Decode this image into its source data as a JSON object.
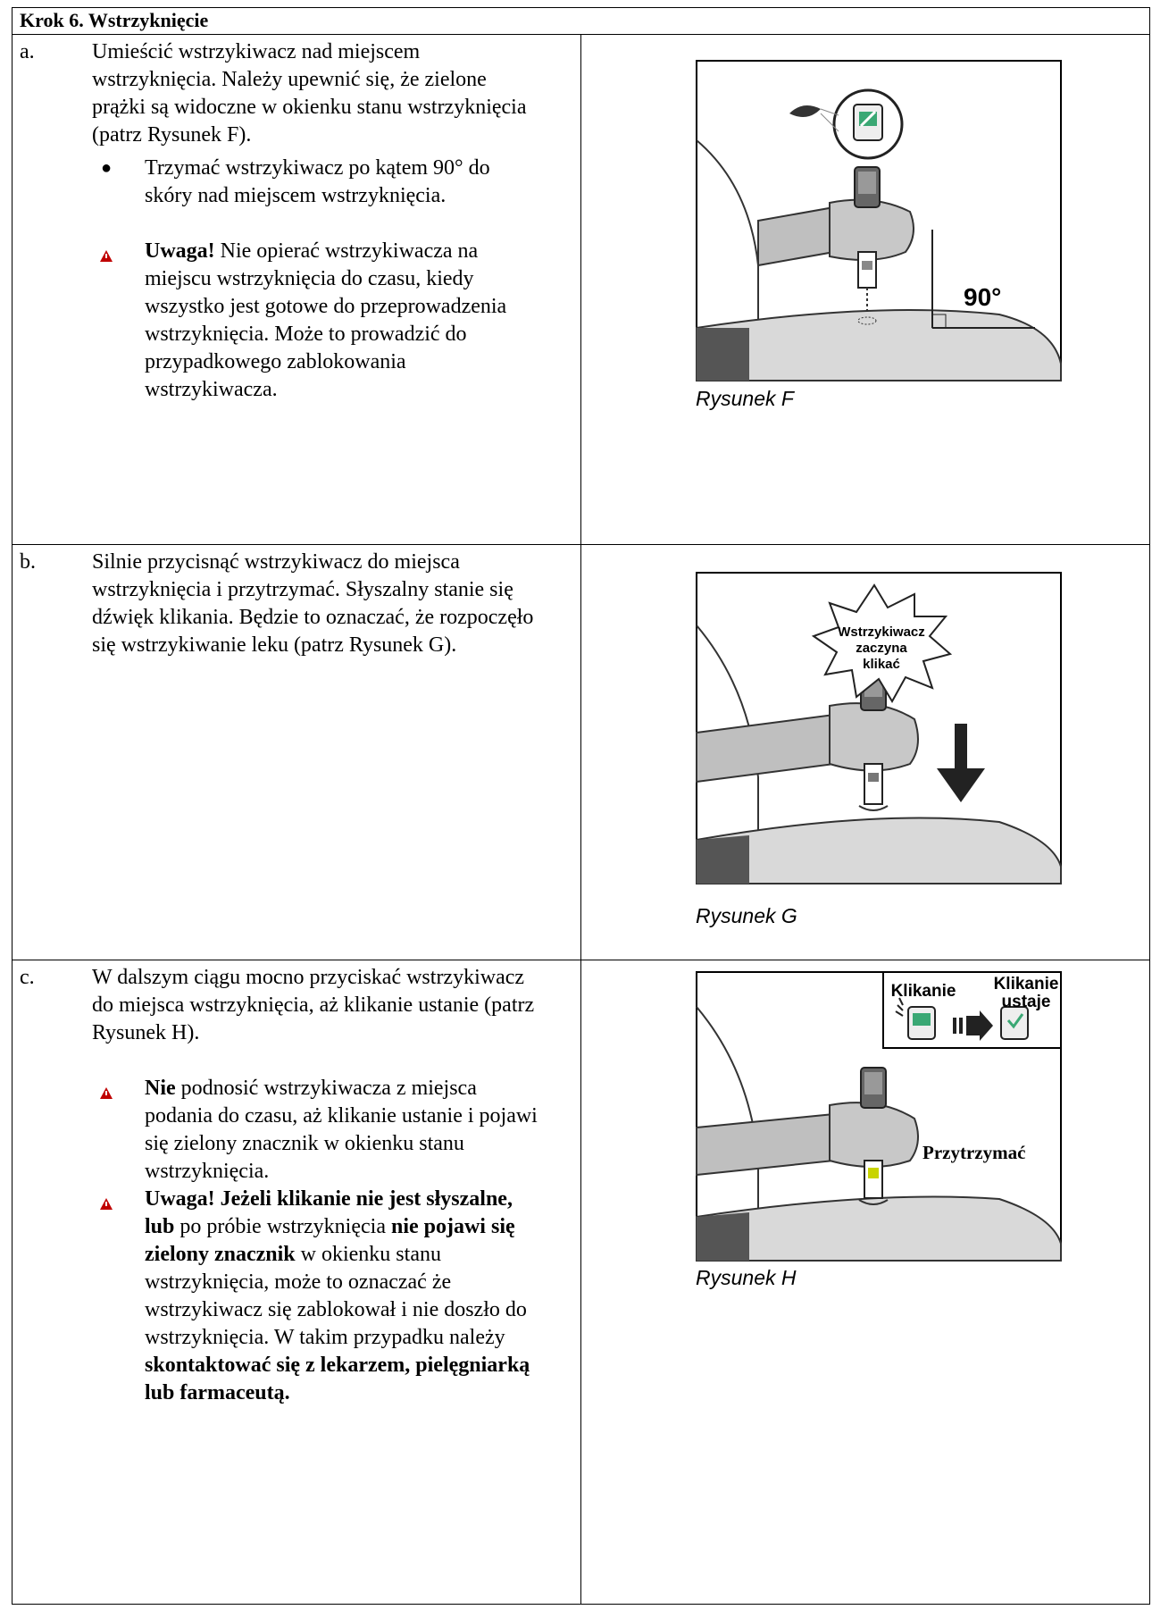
{
  "header": {
    "title": "Krok 6. Wstrzyknięcie"
  },
  "steps": [
    {
      "letter": "a.",
      "text": "Umieścić wstrzykiwacz nad miejscem wstrzyknięcia. Należy upewnić się, że zielone prążki są widoczne w okienku stanu wstrzyknięcia (patrz Rysunek F).",
      "bullet": "Trzymać wstrzykiwacz po kątem 90° do skóry nad miejscem wstrzyknięcia.",
      "warning_bold": "Uwaga!",
      "warning_text": " Nie opierać wstrzykiwacza na miejscu wstrzyknięcia do czasu, kiedy wszystko jest gotowe do przeprowadzenia wstrzyknięcia. Może to prowadzić do przypadkowego zablokowania wstrzykiwacza.",
      "figure": {
        "caption": "Rysunek F",
        "angle_label": "90°"
      }
    },
    {
      "letter": "b.",
      "text": "Silnie przycisnąć wstrzykiwacz do miejsca wstrzyknięcia i przytrzymać. Słyszalny stanie się dźwięk klikania. Będzie to oznaczać, że rozpoczęło się wstrzykiwanie leku (patrz Rysunek G).",
      "figure": {
        "caption": "Rysunek G",
        "burst_line1": "Wstrzykiwacz",
        "burst_line2": "zaczyna",
        "burst_line3": "klikać"
      }
    },
    {
      "letter": "c.",
      "text": "W dalszym ciągu mocno przyciskać wstrzykiwacz do miejsca wstrzyknięcia, aż klikanie ustanie (patrz Rysunek H).",
      "warn1_bold": "Nie",
      "warn1_text": " podnosić wstrzykiwacza z miejsca podania do czasu, aż klikanie ustanie i pojawi się zielony znacznik w okienku stanu wstrzyknięcia.",
      "warn2_bold1": "Uwaga! Jeżeli klikanie nie jest słyszalne, lub",
      "warn2_text1": " po próbie wstrzyknięcia ",
      "warn2_bold2": "nie pojawi się zielony znacznik",
      "warn2_text2": " w okienku stanu wstrzyknięcia, może to oznaczać że wstrzykiwacz się zablokował i nie doszło do wstrzyknięcia. W takim przypadku należy ",
      "warn2_bold3": "skontaktować się z lekarzem, pielęgniarką lub farmaceutą.",
      "figure": {
        "caption": "Rysunek H",
        "label_clicking": "Klikanie",
        "label_stop1": "Klikanie",
        "label_stop2": "ustaje",
        "label_hold": "Przytrzymać"
      }
    }
  ],
  "colors": {
    "warning": "#c00000",
    "green": "#3aa874",
    "skin_gray": "#d9d9d9",
    "sleeve_gray": "#bfbfbf",
    "dark": "#555555"
  }
}
